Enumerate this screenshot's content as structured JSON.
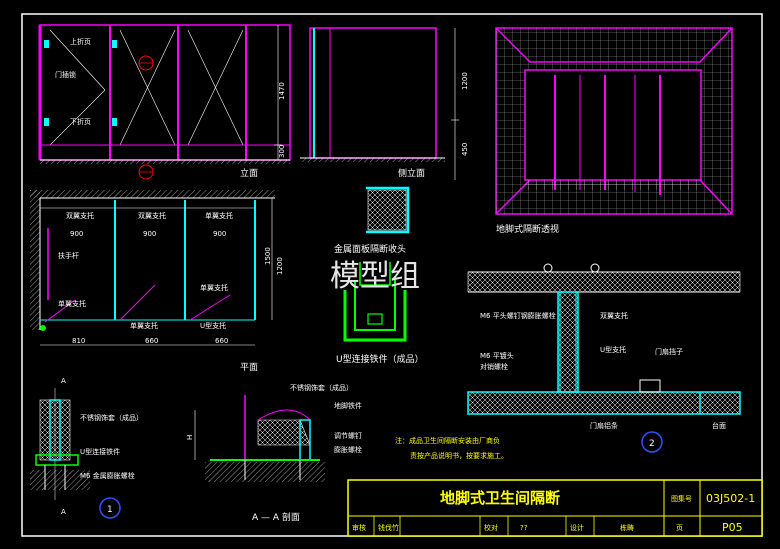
{
  "watermark": "模型组",
  "elevation": {
    "labels": {
      "top_hinge": "上折页",
      "lock": "门插锁",
      "bottom_hinge": "下折页"
    },
    "dims": {
      "h1": "1470",
      "h2": "300"
    },
    "caption": "立面"
  },
  "side_elevation": {
    "caption": "侧立面"
  },
  "perspective": {
    "dims": {
      "h1": "1200",
      "h2": "450"
    },
    "caption": "地脚式隔断透视"
  },
  "plan": {
    "labels": {
      "double_bracket": "双翼支托",
      "single_bracket": "单翼支托",
      "grab_bar": "扶手杆",
      "u_bracket": "U型支托"
    },
    "dims": {
      "w1": "900",
      "w2": "900",
      "w3": "900",
      "d1": "1500",
      "d2": "1200",
      "b1": "810",
      "b2": "660",
      "b3": "660"
    },
    "caption": "平面"
  },
  "edge_cap": {
    "caption": "金属面板隔断收头"
  },
  "u_connector": {
    "caption": "U型连接铁件（成品）"
  },
  "detail1": {
    "labels": {
      "ss_cover": "不锈钢饰套（成品）",
      "u_connector": "U型连接铁件",
      "bolt": "M6 金属膨胀螺栓"
    },
    "section_mark": "A",
    "number": "1"
  },
  "section_aa": {
    "labels": {
      "ss_cover": "不锈钢饰套（成品）",
      "foot": "地脚铁件",
      "adjust": "调节螺钉",
      "anchor": "膨胀螺栓"
    },
    "dim": "H",
    "caption": "A — A 剖面"
  },
  "note": {
    "line1": "注：成品卫生间隔断安装由厂商负",
    "line2": "责按产品说明书，按要求施工。"
  },
  "detail2": {
    "labels": {
      "screw": "M6 平头螺钉钢膨胀螺栓",
      "nut": "M6 平镀头",
      "nail": "对销螺栓",
      "double_bracket": "双翼支托",
      "u_bracket": "U型支托",
      "door_stop": "门扇挡子",
      "door_edge": "门扇铝条",
      "panel": "台面"
    },
    "number": "2"
  },
  "title_block": {
    "title": "地脚式卫生间隔断",
    "atlas_label": "图集号",
    "atlas_no": "03J502-1",
    "page_label": "页",
    "page_no": "P05",
    "review": "审核",
    "check": "校对",
    "design": "设计",
    "sig_review": "钱伐竹",
    "sig_check": "??",
    "sig_design": "栋畴"
  },
  "colors": {
    "background": "#000000",
    "magenta": "#ff00ff",
    "cyan": "#00ffff",
    "green": "#00ff00",
    "yellow": "#ffff00",
    "white": "#ffffff",
    "red": "#ff0000",
    "blue": "#3050ff"
  }
}
